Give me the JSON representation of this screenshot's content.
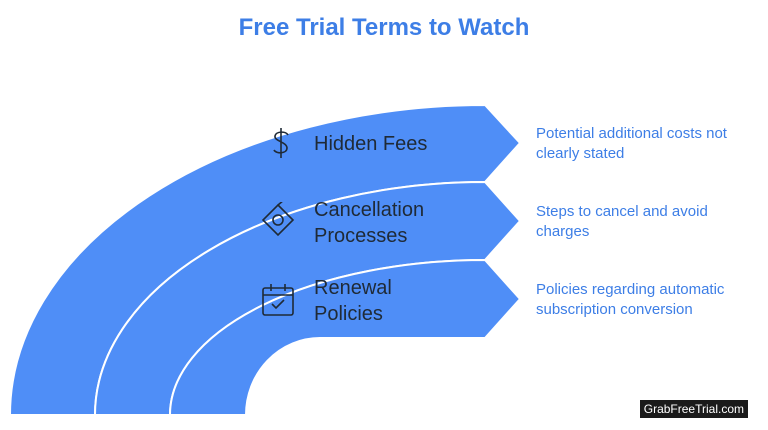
{
  "title": "Free Trial Terms to Watch",
  "colors": {
    "band": "#4f8ef7",
    "divider": "#ffffff",
    "title": "#3d7ee6",
    "label": "#1f2a36",
    "description": "#3d7ee6"
  },
  "items": [
    {
      "label": "Hidden Fees",
      "icon": "dollar-icon",
      "description": "Potential additional costs not clearly stated"
    },
    {
      "label": "Cancellation Processes",
      "icon": "tag-icon",
      "description": "Steps to cancel and avoid charges"
    },
    {
      "label": "Renewal Policies",
      "icon": "calendar-check-icon",
      "description": "Policies regarding automatic subscription conversion"
    }
  ],
  "watermark": "GrabFreeTrial.com"
}
